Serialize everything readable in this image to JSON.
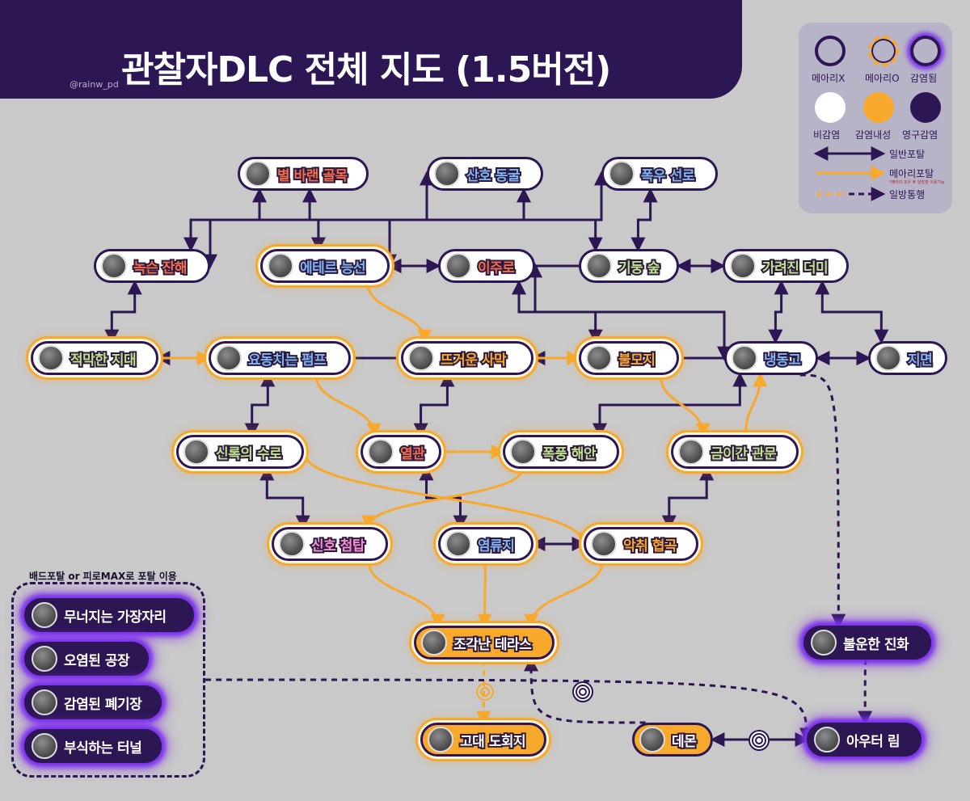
{
  "header": {
    "title": "관찰자DLC 전체 지도 (1.5버전)",
    "credit": "@rainw_pd"
  },
  "legend": {
    "states": [
      {
        "key": "no-memory",
        "label": "메아리X"
      },
      {
        "key": "memory",
        "label": "메아리O"
      },
      {
        "key": "infected",
        "label": "감염됨"
      }
    ],
    "infection": [
      {
        "key": "none",
        "label": "비감염",
        "color": "#ffffff"
      },
      {
        "key": "resist",
        "label": "감염내성",
        "color": "#f8a92c"
      },
      {
        "key": "permanent",
        "label": "영구감염",
        "color": "#2c1654"
      }
    ],
    "lines": [
      {
        "key": "normal",
        "label": "일반포탈",
        "color": "#2c1654"
      },
      {
        "key": "echo",
        "label": "메아리포탈",
        "color": "#f8a92c"
      },
      {
        "key": "oneway",
        "label": "일방통행",
        "color": "#2c1654"
      }
    ],
    "note": "*메아리 조우 후 양방향 이용가능"
  },
  "colors": {
    "dark": "#2c1654",
    "orange": "#f8a92c",
    "white": "#ffffff",
    "glow": "#7b2ff0",
    "background": "#c9c9c9",
    "label_red": "#f26b4b",
    "label_blue": "#7fb2f0",
    "label_green": "#bfe08a",
    "label_orange": "#f8a92c",
    "label_pink": "#f58fd0"
  },
  "nodes": [
    {
      "id": "byeol",
      "label": "별 바랜 골목",
      "variant": "white",
      "mode": "plain",
      "color": "#f26b4b"
    },
    {
      "id": "sanho-donggul",
      "label": "산호 동굴",
      "variant": "white",
      "mode": "plain",
      "color": "#7fb2f0"
    },
    {
      "id": "pokwoo",
      "label": "폭우 선로",
      "variant": "white",
      "mode": "plain",
      "color": "#7fb2f0"
    },
    {
      "id": "noksun",
      "label": "녹슨 잔해",
      "variant": "white",
      "mode": "plain",
      "color": "#f26b4b"
    },
    {
      "id": "ether",
      "label": "에테르 능선",
      "variant": "white",
      "mode": "ring",
      "color": "#7fb2f0"
    },
    {
      "id": "ijuro",
      "label": "이주로",
      "variant": "white",
      "mode": "plain",
      "color": "#f26b4b"
    },
    {
      "id": "gidung",
      "label": "기둥 숲",
      "variant": "white",
      "mode": "plain",
      "color": "#bfe08a"
    },
    {
      "id": "garyeojin",
      "label": "가려진 더미",
      "variant": "white",
      "mode": "plain",
      "color": "#bfe08a"
    },
    {
      "id": "jeokmak",
      "label": "적막한 지대",
      "variant": "white",
      "mode": "ring",
      "color": "#bfe08a"
    },
    {
      "id": "yodong",
      "label": "요동치는 펌프",
      "variant": "white",
      "mode": "ring",
      "color": "#7fb2f0"
    },
    {
      "id": "tteugeoun",
      "label": "뜨거운 사막",
      "variant": "white",
      "mode": "ring",
      "color": "#f8a92c"
    },
    {
      "id": "bulmoji",
      "label": "불모지",
      "variant": "white",
      "mode": "ring",
      "color": "#f8a92c"
    },
    {
      "id": "naengdong",
      "label": "냉동고",
      "variant": "white",
      "mode": "plain",
      "color": "#7fb2f0"
    },
    {
      "id": "jimyeon",
      "label": "지면",
      "variant": "white",
      "mode": "plain",
      "color": "#7fb2f0"
    },
    {
      "id": "sinrok",
      "label": "신록의 수로",
      "variant": "white",
      "mode": "ring",
      "color": "#bfe08a"
    },
    {
      "id": "yeolgwan",
      "label": "열관",
      "variant": "white",
      "mode": "ring",
      "color": "#f26b4b"
    },
    {
      "id": "pokpung",
      "label": "폭풍 해안",
      "variant": "white",
      "mode": "ring",
      "color": "#bfe08a"
    },
    {
      "id": "geumiga",
      "label": "금이간 관문",
      "variant": "white",
      "mode": "ring",
      "color": "#bfe08a"
    },
    {
      "id": "sinho",
      "label": "신호 첨탑",
      "variant": "white",
      "mode": "ring",
      "color": "#f58fd0"
    },
    {
      "id": "yeomryuji",
      "label": "염류지",
      "variant": "white",
      "mode": "ring",
      "color": "#7fb2f0"
    },
    {
      "id": "akchwi",
      "label": "악취 협곡",
      "variant": "white",
      "mode": "ring",
      "color": "#f8a92c"
    },
    {
      "id": "jogak",
      "label": "조각난 테라스",
      "variant": "orange",
      "mode": "ring",
      "color": "#ffffff"
    },
    {
      "id": "godae",
      "label": "고대 도회지",
      "variant": "orange",
      "mode": "ring",
      "color": "#ffffff"
    },
    {
      "id": "demon",
      "label": "데몬",
      "variant": "orange",
      "mode": "plain",
      "color": "#ffffff"
    },
    {
      "id": "bureun",
      "label": "불운한 진화",
      "variant": "dark",
      "mode": "glow",
      "color": "#ffffff"
    },
    {
      "id": "outer",
      "label": "아우터 림",
      "variant": "dark",
      "mode": "glow",
      "color": "#ffffff"
    },
    {
      "id": "muneojineun",
      "label": "무너지는 가장자리",
      "variant": "dark",
      "mode": "glow",
      "color": "#ffffff"
    },
    {
      "id": "oyeomdoen",
      "label": "오염된 공장",
      "variant": "dark",
      "mode": "glow",
      "color": "#ffffff"
    },
    {
      "id": "gamyeomdoen",
      "label": "감염된 폐기장",
      "variant": "dark",
      "mode": "glow",
      "color": "#ffffff"
    },
    {
      "id": "busikhaneun",
      "label": "부식하는 터널",
      "variant": "dark",
      "mode": "glow",
      "color": "#ffffff"
    }
  ],
  "bad_portal_label": "배드포탈 or 피로MAX로 포탈 이용",
  "edges": [
    {
      "from": "noksun",
      "to": "byeol",
      "type": "normal"
    },
    {
      "from": "noksun",
      "to": "sanho-donggul",
      "type": "normal"
    },
    {
      "from": "byeol",
      "to": "ether",
      "type": "normal"
    },
    {
      "from": "sanho-donggul",
      "to": "gidung",
      "type": "normal"
    },
    {
      "from": "pokwoo",
      "to": "ether",
      "type": "normal"
    },
    {
      "from": "pokwoo",
      "to": "gidung",
      "type": "normal"
    },
    {
      "from": "ether",
      "to": "ijuro",
      "type": "normal"
    },
    {
      "from": "ether",
      "to": "garyeojin",
      "type": "normal"
    },
    {
      "from": "gidung",
      "to": "garyeojin",
      "type": "normal"
    },
    {
      "from": "garyeojin",
      "to": "naengdong",
      "type": "normal"
    },
    {
      "from": "garyeojin",
      "to": "jimyeon",
      "type": "normal"
    },
    {
      "from": "ijuro",
      "to": "bulmoji",
      "type": "normal"
    },
    {
      "from": "ijuro",
      "to": "naengdong",
      "type": "normal"
    },
    {
      "from": "noksun",
      "to": "jeokmak",
      "type": "normal"
    },
    {
      "from": "jeokmak",
      "to": "jimyeon",
      "type": "normal"
    },
    {
      "from": "naengdong",
      "to": "jimyeon",
      "type": "normal"
    },
    {
      "from": "tteugeoun",
      "to": "jimyeon",
      "type": "normal"
    },
    {
      "from": "yodong",
      "to": "sinrok",
      "type": "normal"
    },
    {
      "from": "yeolgwan",
      "to": "tteugeoun",
      "type": "normal"
    },
    {
      "from": "pokpung",
      "to": "naengdong",
      "type": "normal"
    },
    {
      "from": "sinrok",
      "to": "sinho",
      "type": "normal"
    },
    {
      "from": "yeolgwan",
      "to": "yeomryuji",
      "type": "normal"
    },
    {
      "from": "yeomryuji",
      "to": "akchwi",
      "type": "normal"
    },
    {
      "from": "akchwi",
      "to": "geumiga",
      "type": "normal"
    },
    {
      "from": "demon",
      "to": "outer",
      "type": "normal"
    },
    {
      "from": "jeokmak",
      "to": "yodong",
      "type": "echo"
    },
    {
      "from": "ether",
      "to": "tteugeoun",
      "type": "echo"
    },
    {
      "from": "tteugeoun",
      "to": "bulmoji",
      "type": "echo"
    },
    {
      "from": "bulmoji",
      "to": "geumiga",
      "type": "echo"
    },
    {
      "from": "geumiga",
      "to": "naengdong",
      "type": "echo"
    },
    {
      "from": "yodong",
      "to": "yeolgwan",
      "type": "echo"
    },
    {
      "from": "yeolgwan",
      "to": "pokpung",
      "type": "echo"
    },
    {
      "from": "pokpung",
      "to": "sinho",
      "type": "echo"
    },
    {
      "from": "sinrok",
      "to": "akchwi",
      "type": "echo"
    },
    {
      "from": "sinho",
      "to": "jogak",
      "type": "echo"
    },
    {
      "from": "yeomryuji",
      "to": "jogak",
      "type": "echo"
    },
    {
      "from": "akchwi",
      "to": "jogak",
      "type": "echo"
    },
    {
      "from": "jogak",
      "to": "godae",
      "type": "echo-oneway"
    },
    {
      "from": "naengdong",
      "to": "bureun",
      "type": "oneway"
    },
    {
      "from": "bureun",
      "to": "outer",
      "type": "oneway"
    },
    {
      "from": "demon",
      "to": "jogak",
      "type": "oneway"
    },
    {
      "from": "bad-box",
      "to": "outer",
      "type": "oneway"
    }
  ]
}
